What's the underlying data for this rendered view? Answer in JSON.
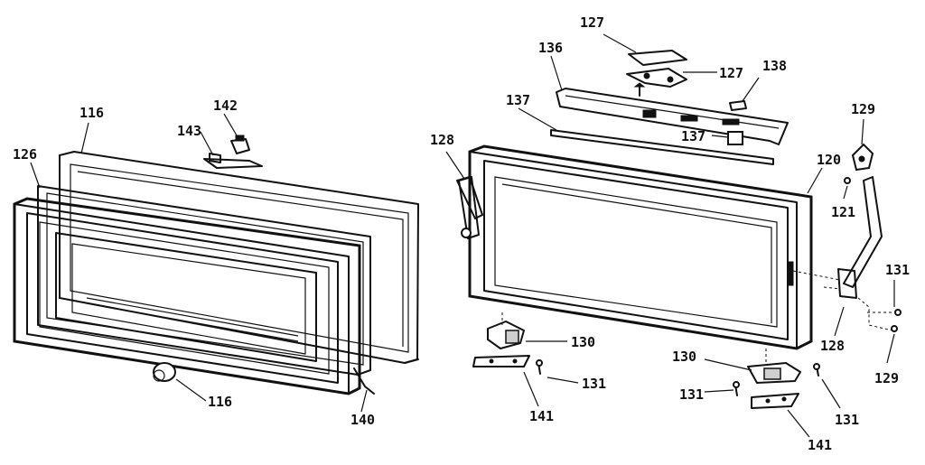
{
  "diagram": {
    "callouts": {
      "c127a": "127",
      "c127b": "127",
      "c138": "138",
      "c136": "136",
      "c137a": "137",
      "c137b": "137",
      "c129a": "129",
      "c128a": "128",
      "c120": "120",
      "c121": "121",
      "c131a": "131",
      "c128b": "128",
      "c129b": "129",
      "c130a": "130",
      "c131b": "131",
      "c141a": "141",
      "c130b": "130",
      "c131c": "131",
      "c131d": "131",
      "c141b": "141",
      "c116a": "116",
      "c142": "142",
      "c143": "143",
      "c126": "126",
      "c116b": "116",
      "c140": "140"
    }
  }
}
